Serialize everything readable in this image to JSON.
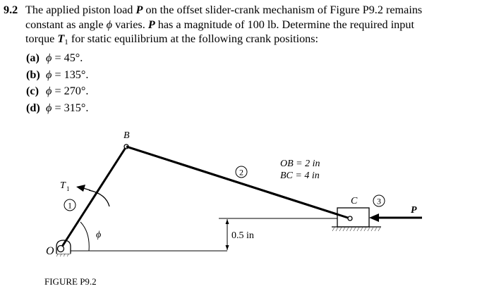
{
  "problem": {
    "number": "9.2",
    "line1_a": "The applied piston load ",
    "line1_P": "P",
    "line1_b": " on the offset slider-crank mechanism of Figure P9.2 remains",
    "line2_a": "constant as angle ",
    "line2_phi": "ϕ",
    "line2_b": " varies. ",
    "line2_P": "P",
    "line2_c": " has a magnitude of 100 lb. Determine the required input",
    "line3_a": "torque ",
    "line3_T": "T",
    "line3_sub": "1",
    "line3_b": " for static equilibrium at the following crank positions:",
    "parts": [
      {
        "label": "(a)",
        "phi": "ϕ",
        "value": " = 45°."
      },
      {
        "label": "(b)",
        "phi": "ϕ",
        "value": " = 135°."
      },
      {
        "label": "(c)",
        "phi": "ϕ",
        "value": " = 270°."
      },
      {
        "label": "(d)",
        "phi": "ϕ",
        "value": " = 315°."
      }
    ]
  },
  "figure": {
    "label_B": "B",
    "label_C": "C",
    "label_O": "O",
    "label_P": "P",
    "label_T": "T",
    "label_T_sub": "1",
    "label_phi": "ϕ",
    "link1": "1",
    "link2": "2",
    "link3": "3",
    "dim_OB": "OB = 2 in",
    "dim_BC": "BC = 4 in",
    "offset": "0.5 in",
    "caption": "FIGURE P9.2"
  }
}
